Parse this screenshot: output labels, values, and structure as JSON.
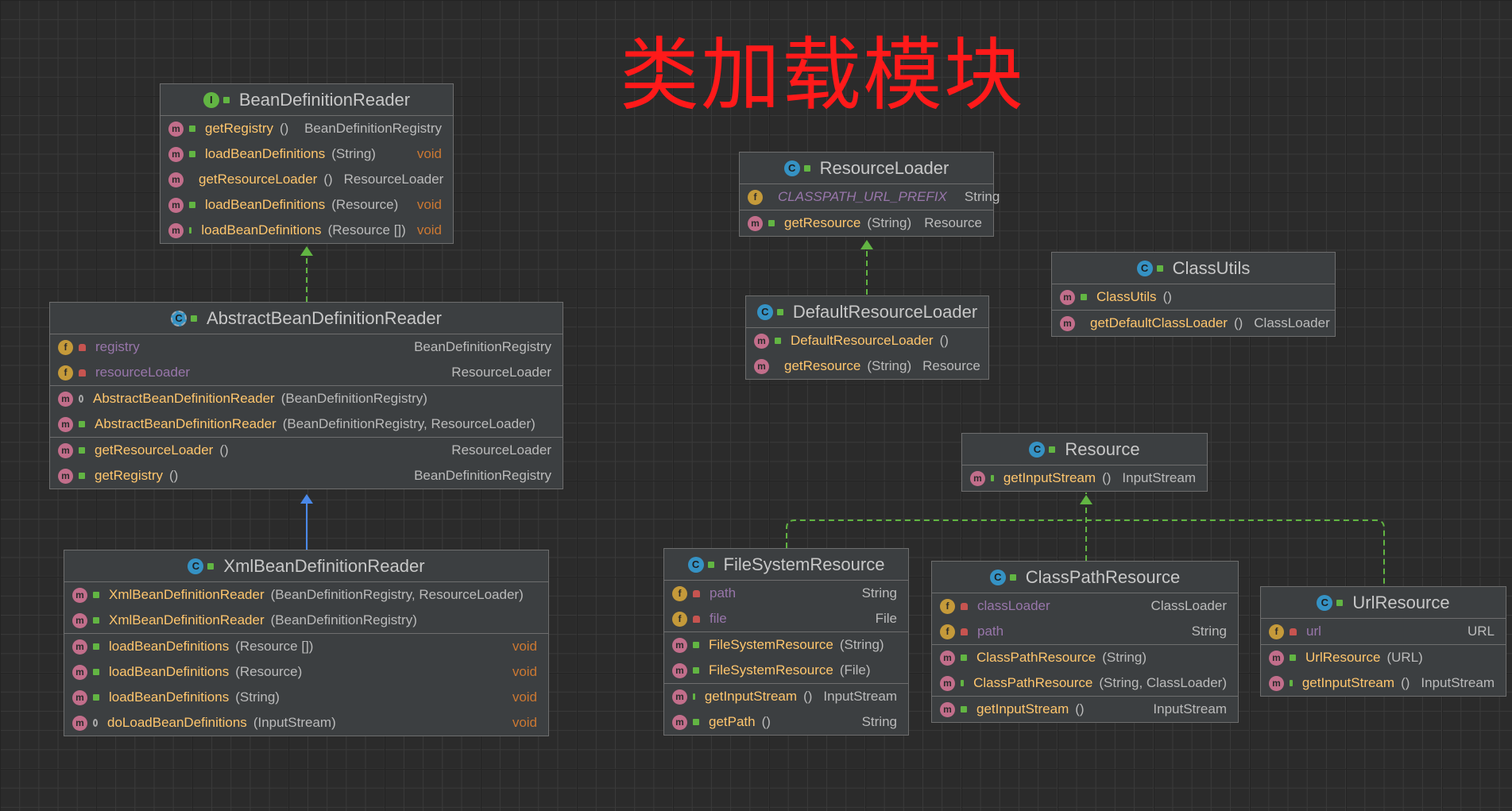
{
  "title": "类加载模块",
  "classes": {
    "bdr": {
      "name": "BeanDefinitionReader",
      "kind": "interface",
      "sections": [
        [
          {
            "kind": "m",
            "vis": "pub",
            "name": "getRegistry",
            "params": "()",
            "ret": "BeanDefinitionRegistry"
          },
          {
            "kind": "m",
            "vis": "pub",
            "name": "loadBeanDefinitions",
            "params": "(String)",
            "ret": "void"
          },
          {
            "kind": "m",
            "vis": "pub",
            "name": "getResourceLoader",
            "params": "()",
            "ret": "ResourceLoader"
          },
          {
            "kind": "m",
            "vis": "pub",
            "name": "loadBeanDefinitions",
            "params": "(Resource)",
            "ret": "void"
          },
          {
            "kind": "m",
            "vis": "pub",
            "name": "loadBeanDefinitions",
            "params": "(Resource [])",
            "ret": "void"
          }
        ]
      ]
    },
    "abdr": {
      "name": "AbstractBeanDefinitionReader",
      "kind": "abstract",
      "sections": [
        [
          {
            "kind": "f",
            "vis": "priv",
            "name": "registry",
            "params": "",
            "ret": "BeanDefinitionRegistry"
          },
          {
            "kind": "f",
            "vis": "priv",
            "name": "resourceLoader",
            "params": "",
            "ret": "ResourceLoader"
          }
        ],
        [
          {
            "kind": "m",
            "vis": "pkg",
            "name": "AbstractBeanDefinitionReader",
            "params": "(BeanDefinitionRegistry)",
            "ret": ""
          },
          {
            "kind": "m",
            "vis": "pub",
            "name": "AbstractBeanDefinitionReader",
            "params": "(BeanDefinitionRegistry, ResourceLoader)",
            "ret": ""
          }
        ],
        [
          {
            "kind": "m",
            "vis": "pub",
            "name": "getResourceLoader",
            "params": "()",
            "ret": "ResourceLoader"
          },
          {
            "kind": "m",
            "vis": "pub",
            "name": "getRegistry",
            "params": "()",
            "ret": "BeanDefinitionRegistry"
          }
        ]
      ]
    },
    "xbdr": {
      "name": "XmlBeanDefinitionReader",
      "kind": "class",
      "sections": [
        [
          {
            "kind": "m",
            "vis": "pub",
            "name": "XmlBeanDefinitionReader",
            "params": "(BeanDefinitionRegistry, ResourceLoader)",
            "ret": ""
          },
          {
            "kind": "m",
            "vis": "pub",
            "name": "XmlBeanDefinitionReader",
            "params": "(BeanDefinitionRegistry)",
            "ret": ""
          }
        ],
        [
          {
            "kind": "m",
            "vis": "pub",
            "name": "loadBeanDefinitions",
            "params": "(Resource [])",
            "ret": "void"
          },
          {
            "kind": "m",
            "vis": "pub",
            "name": "loadBeanDefinitions",
            "params": "(Resource)",
            "ret": "void"
          },
          {
            "kind": "m",
            "vis": "pub",
            "name": "loadBeanDefinitions",
            "params": "(String)",
            "ret": "void"
          },
          {
            "kind": "m",
            "vis": "pkg",
            "name": "doLoadBeanDefinitions",
            "params": "(InputStream)",
            "ret": "void"
          }
        ]
      ]
    },
    "rl": {
      "name": "ResourceLoader",
      "kind": "class",
      "sections": [
        [
          {
            "kind": "sf",
            "vis": "pub",
            "name": "CLASSPATH_URL_PREFIX",
            "params": "",
            "ret": "String"
          }
        ],
        [
          {
            "kind": "m",
            "vis": "pub",
            "name": "getResource",
            "params": "(String)",
            "ret": "Resource"
          }
        ]
      ]
    },
    "drl": {
      "name": "DefaultResourceLoader",
      "kind": "class",
      "sections": [
        [
          {
            "kind": "m",
            "vis": "pub",
            "name": "DefaultResourceLoader",
            "params": "()",
            "ret": ""
          },
          {
            "kind": "m",
            "vis": "pub",
            "name": "getResource",
            "params": "(String)",
            "ret": "Resource"
          }
        ]
      ]
    },
    "cu": {
      "name": "ClassUtils",
      "kind": "class",
      "sections": [
        [
          {
            "kind": "m",
            "vis": "pub",
            "name": "ClassUtils",
            "params": "()",
            "ret": ""
          }
        ],
        [
          {
            "kind": "m",
            "vis": "pub",
            "name": "getDefaultClassLoader",
            "params": "()",
            "ret": "ClassLoader"
          }
        ]
      ]
    },
    "res": {
      "name": "Resource",
      "kind": "class",
      "sections": [
        [
          {
            "kind": "m",
            "vis": "pub",
            "name": "getInputStream",
            "params": "()",
            "ret": "InputStream"
          }
        ]
      ]
    },
    "fsr": {
      "name": "FileSystemResource",
      "kind": "class",
      "sections": [
        [
          {
            "kind": "f",
            "vis": "priv",
            "name": "path",
            "params": "",
            "ret": "String"
          },
          {
            "kind": "f",
            "vis": "priv",
            "name": "file",
            "params": "",
            "ret": "File"
          }
        ],
        [
          {
            "kind": "m",
            "vis": "pub",
            "name": "FileSystemResource",
            "params": "(String)",
            "ret": ""
          },
          {
            "kind": "m",
            "vis": "pub",
            "name": "FileSystemResource",
            "params": "(File)",
            "ret": ""
          }
        ],
        [
          {
            "kind": "m",
            "vis": "pub",
            "name": "getInputStream",
            "params": "()",
            "ret": "InputStream"
          },
          {
            "kind": "m",
            "vis": "pub",
            "name": "getPath",
            "params": "()",
            "ret": "String"
          }
        ]
      ]
    },
    "cpr": {
      "name": "ClassPathResource",
      "kind": "class",
      "sections": [
        [
          {
            "kind": "f",
            "vis": "priv",
            "name": "classLoader",
            "params": "",
            "ret": "ClassLoader"
          },
          {
            "kind": "f",
            "vis": "priv",
            "name": "path",
            "params": "",
            "ret": "String"
          }
        ],
        [
          {
            "kind": "m",
            "vis": "pub",
            "name": "ClassPathResource",
            "params": "(String)",
            "ret": ""
          },
          {
            "kind": "m",
            "vis": "pub",
            "name": "ClassPathResource",
            "params": "(String, ClassLoader)",
            "ret": ""
          }
        ],
        [
          {
            "kind": "m",
            "vis": "pub",
            "name": "getInputStream",
            "params": "()",
            "ret": "InputStream"
          }
        ]
      ]
    },
    "ur": {
      "name": "UrlResource",
      "kind": "class",
      "sections": [
        [
          {
            "kind": "f",
            "vis": "priv",
            "name": "url",
            "params": "",
            "ret": "URL"
          }
        ],
        [
          {
            "kind": "m",
            "vis": "pub",
            "name": "UrlResource",
            "params": "(URL)",
            "ret": ""
          },
          {
            "kind": "m",
            "vis": "pub",
            "name": "getInputStream",
            "params": "()",
            "ret": "InputStream"
          }
        ]
      ]
    }
  },
  "relations": [
    {
      "from": "abdr",
      "to": "bdr",
      "type": "implements"
    },
    {
      "from": "xbdr",
      "to": "abdr",
      "type": "extends"
    },
    {
      "from": "drl",
      "to": "rl",
      "type": "implements"
    },
    {
      "from": "fsr",
      "to": "res",
      "type": "implements"
    },
    {
      "from": "cpr",
      "to": "res",
      "type": "implements"
    },
    {
      "from": "ur",
      "to": "res",
      "type": "implements"
    }
  ],
  "colors": {
    "background": "#2b2b2b",
    "box": "#3c3f41",
    "border": "#6e6e6e",
    "method_name": "#ffc66d",
    "field_name": "#9876aa",
    "void": "#cc7832",
    "title": "#ff1a1a",
    "implements_arrow": "#62b543",
    "extends_arrow": "#4a88e8"
  }
}
